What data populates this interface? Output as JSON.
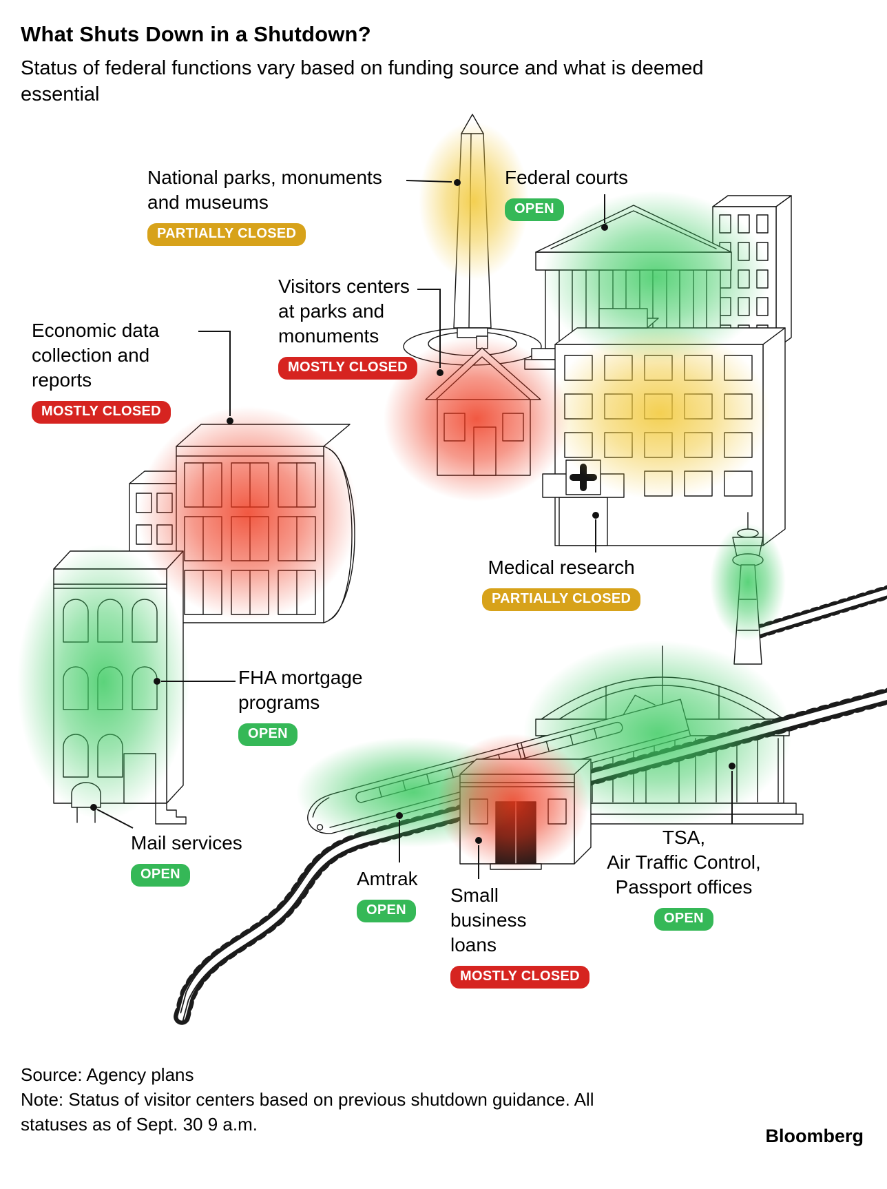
{
  "header": {
    "title": "What Shuts Down in a Shutdown?",
    "subtitle": "Status of federal functions vary based on funding source and what is deemed\nessential"
  },
  "colors": {
    "open": "#35b857",
    "partially_closed": "#d7a21a",
    "mostly_closed": "#d62420",
    "glow_green": "#3ecb63",
    "glow_yellow": "#f2c93a",
    "glow_red": "#ee3418"
  },
  "items": [
    {
      "id": "national-parks",
      "label": "National parks, monuments\nand museums",
      "status": "PARTIALLY CLOSED",
      "status_key": "partially_closed"
    },
    {
      "id": "federal-courts",
      "label": "Federal courts",
      "status": "OPEN",
      "status_key": "open"
    },
    {
      "id": "visitor-centers",
      "label": "Visitors centers\nat parks and\nmonuments",
      "status": "MOSTLY CLOSED",
      "status_key": "mostly_closed"
    },
    {
      "id": "economic-data",
      "label": "Economic data\ncollection and\nreports",
      "status": "MOSTLY CLOSED",
      "status_key": "mostly_closed"
    },
    {
      "id": "medical-research",
      "label": "Medical research",
      "status": "PARTIALLY CLOSED",
      "status_key": "partially_closed"
    },
    {
      "id": "fha-mortgage",
      "label": "FHA mortgage\nprograms",
      "status": "OPEN",
      "status_key": "open"
    },
    {
      "id": "mail-services",
      "label": "Mail services",
      "status": "OPEN",
      "status_key": "open"
    },
    {
      "id": "amtrak",
      "label": "Amtrak",
      "status": "OPEN",
      "status_key": "open"
    },
    {
      "id": "small-business",
      "label": "Small\nbusiness\nloans",
      "status": "MOSTLY CLOSED",
      "status_key": "mostly_closed"
    },
    {
      "id": "tsa",
      "label": "TSA,\nAir Traffic Control,\nPassport offices",
      "status": "OPEN",
      "status_key": "open"
    }
  ],
  "footer": {
    "source": "Source: Agency plans",
    "note": "Note: Status of visitor centers based on previous shutdown guidance. All\nstatuses as of Sept. 30 9 a.m.",
    "brand": "Bloomberg"
  }
}
